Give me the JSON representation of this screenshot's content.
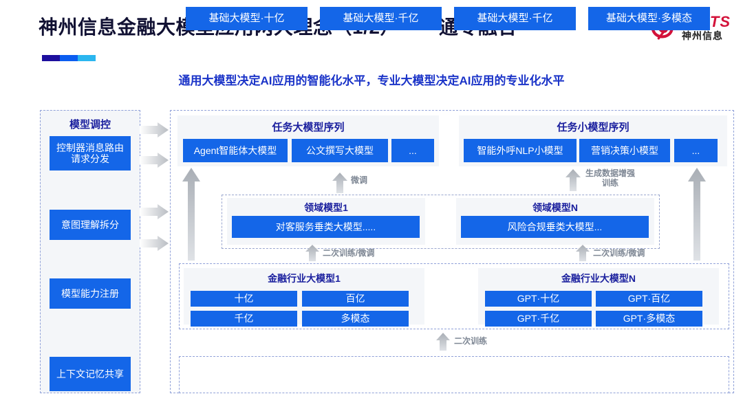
{
  "header": {
    "title": "神州信息金融大模型应用两大理念（1/2）——通专融合",
    "subtitle": "通用大模型决定AI应用的智能化水平，专业大模型决定AI应用的专业化水平",
    "logo": {
      "en": "DCITS",
      "cn": "神州信息",
      "mark": "dcits-swirl-icon",
      "color": "#d3123a"
    }
  },
  "accent": {
    "colors": [
      "#1d0f9e",
      "#0b5df0",
      "#2bb6ef"
    ]
  },
  "left_column": {
    "title": "模型调控",
    "items": [
      {
        "label": "控制器消息路由请求分发"
      },
      {
        "label": "意图理解拆分"
      },
      {
        "label": "模型能力注册"
      },
      {
        "label": "上下文记忆共享"
      }
    ],
    "connector_arrows": 4
  },
  "task_sequences": [
    {
      "title": "任务大模型序列",
      "items": [
        "Agent智能体大模型",
        "公文撰写大模型",
        "..."
      ]
    },
    {
      "title": "任务小模型序列",
      "items": [
        "智能外呼NLP小模型",
        "营销决策小模型",
        "..."
      ]
    }
  ],
  "domain_models": [
    {
      "title": "领域模型1",
      "item": "对客服务垂类大模型....."
    },
    {
      "title": "领域模型N",
      "item": "风险合规垂类大模型..."
    }
  ],
  "finance_models": [
    {
      "title": "金融行业大模型1",
      "items": [
        "十亿",
        "百亿",
        "千亿",
        "多模态"
      ]
    },
    {
      "title": "金融行业大模型N",
      "items": [
        "GPT·十亿",
        "GPT·百亿",
        "GPT·千亿",
        "GPT·多模态"
      ]
    }
  ],
  "base_models": [
    "基础大模型·十亿",
    "基础大模型·千亿",
    "基础大模型·千亿",
    "基础大模型·多模态"
  ],
  "arrow_labels": {
    "fine_tune": "微调",
    "gen_data_aug": "生成数据增强\n训练",
    "retrain_tune_left": "二次训练/微调",
    "retrain_tune_right": "二次训练/微调",
    "retrain": "二次训练"
  },
  "colors": {
    "chip_blue": "#1466e8",
    "heading_navy": "#1a1f9e",
    "panel_grey": "#f4f6f9",
    "dashed_border": "#8fa0d8",
    "arrow_grey": "#c4c8cd"
  }
}
